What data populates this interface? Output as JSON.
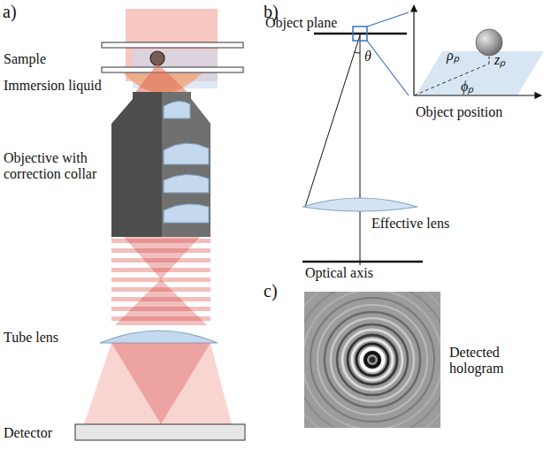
{
  "diagram": {
    "labels": [
      "a)",
      "Sample",
      "Immersion liquid",
      "Objective with correction collar",
      "Tube lens",
      "Detector",
      "b)",
      "Object plane",
      "θ",
      "ρₚ",
      "zₚ",
      "ϕₚ",
      "Object position",
      "Effective lens",
      "Optical axis",
      "c)",
      "Detected hologram"
    ]
  }
}
